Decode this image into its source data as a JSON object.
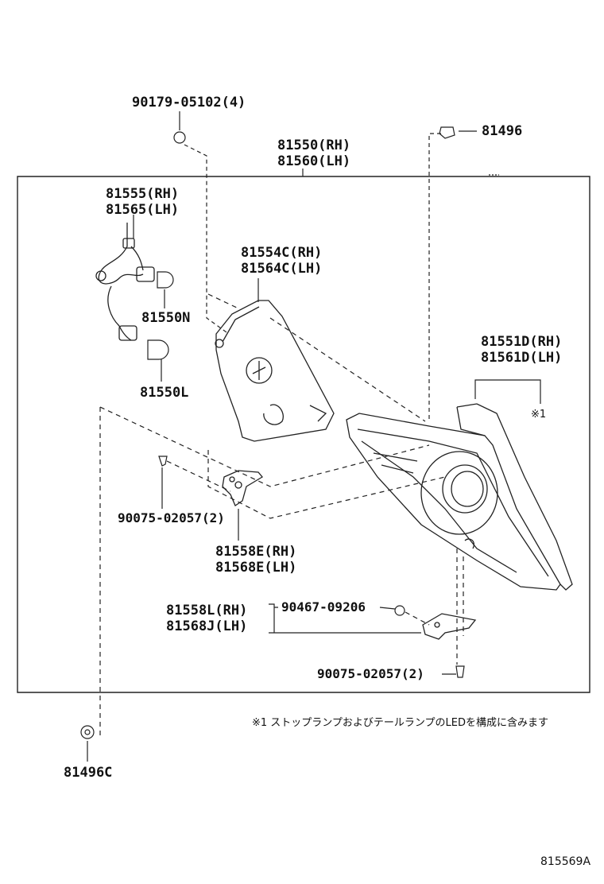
{
  "parts": {
    "p90179": "90179-05102(4)",
    "p81496": "81496",
    "assy_rh": "81550(RH)",
    "assy_lh": "81560(LH)",
    "socket_rh": "81555(RH)",
    "socket_lh": "81565(LH)",
    "bulb_n": "81550N",
    "bulb_l": "81550L",
    "cover_rh": "81554C(RH)",
    "cover_lh": "81564C(LH)",
    "lens_rh": "81551D(RH)",
    "lens_lh": "81561D(LH)",
    "note_mark": "※1",
    "screw_a": "90075-02057(2)",
    "bracket_rh": "81558E(RH)",
    "bracket_lh": "81568E(LH)",
    "lower_rh": "81558L(RH)",
    "lower_lh": "81568J(LH)",
    "clip": "90467-09206",
    "screw_b": "90075-02057(2)",
    "p81496c": "81496C"
  },
  "footnote": "※1 ストップランプおよびテールランプのLEDを構成に含みます",
  "diagram_id": "815569A"
}
